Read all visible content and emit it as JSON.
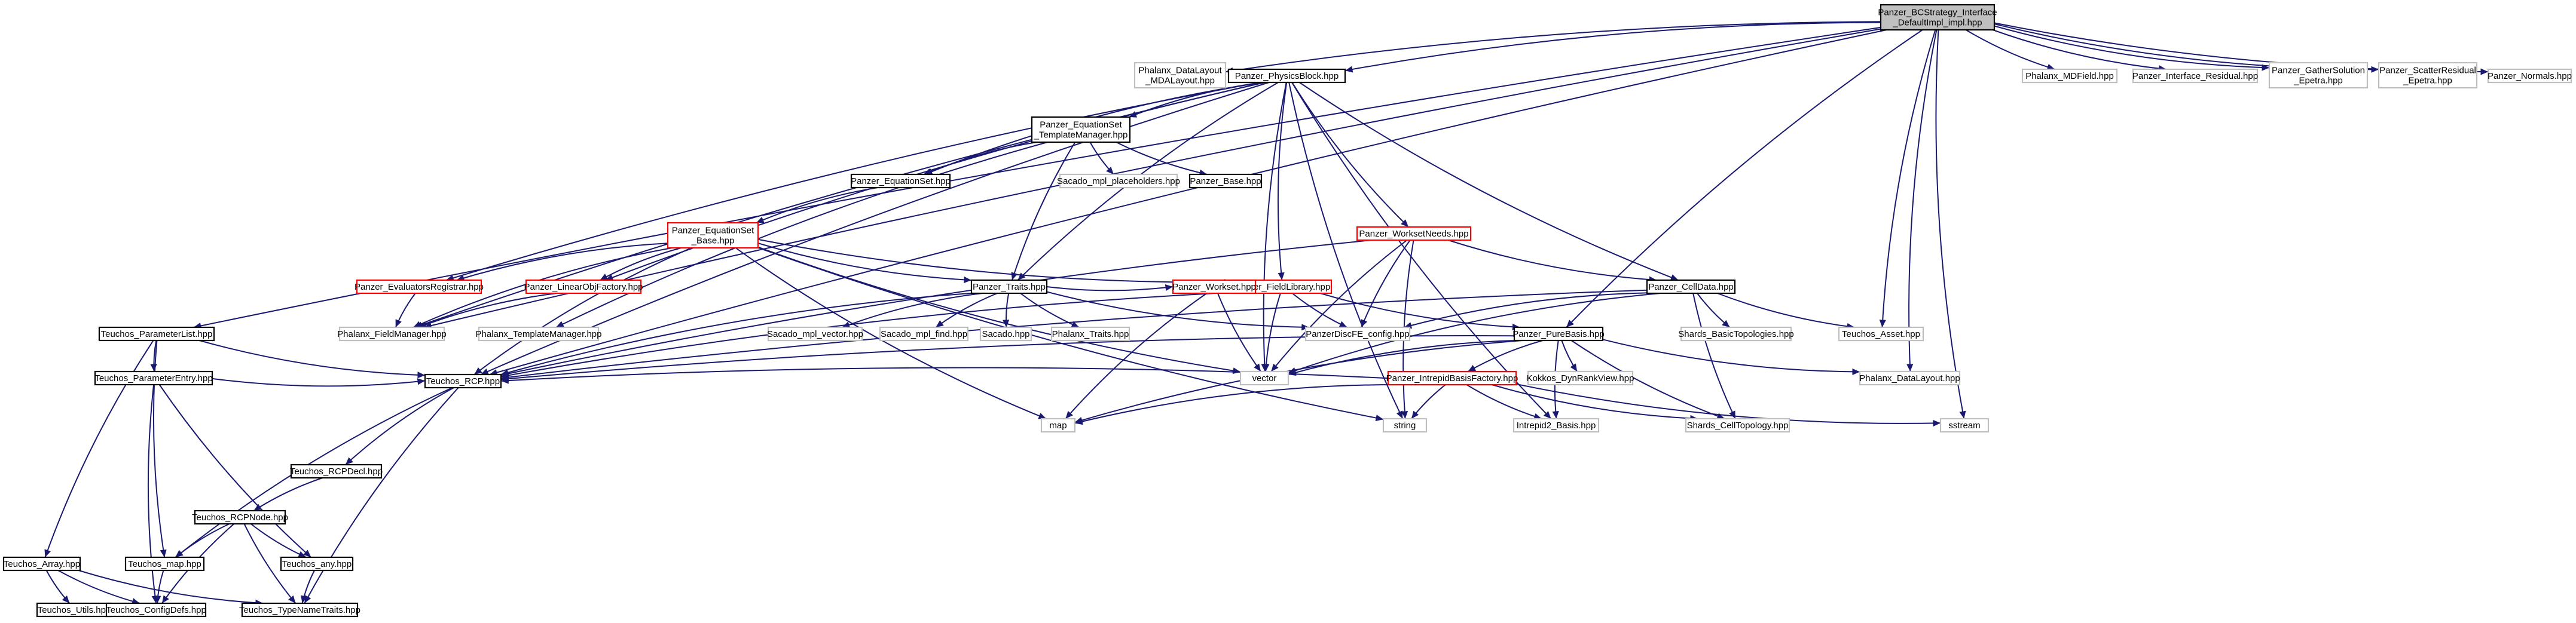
{
  "diagram": {
    "colors": {
      "edge": "#191970",
      "node_default_border": "#000000",
      "node_root_fill": "#bfbfbf",
      "node_missing_border": "#bfbfbf",
      "node_red_border": "#ff0000",
      "node_fill": "#ffffff"
    },
    "nodes": [
      {
        "id": "root",
        "lines": [
          "Panzer_BCStrategy_Interface",
          "_DefaultImpl_impl.hpp"
        ],
        "style": "root"
      },
      {
        "id": "dlmda",
        "lines": [
          "Phalanx_DataLayout",
          "_MDALayout.hpp"
        ],
        "style": "missing"
      },
      {
        "id": "physblock",
        "lines": [
          "Panzer_PhysicsBlock.hpp"
        ],
        "style": "normal"
      },
      {
        "id": "mdfield",
        "lines": [
          "Phalanx_MDField.hpp"
        ],
        "style": "missing"
      },
      {
        "id": "ifres",
        "lines": [
          "Panzer_Interface_Residual.hpp"
        ],
        "style": "missing"
      },
      {
        "id": "gather",
        "lines": [
          "Panzer_GatherSolution",
          "_Epetra.hpp"
        ],
        "style": "missing"
      },
      {
        "id": "scatter",
        "lines": [
          "Panzer_ScatterResidual",
          "_Epetra.hpp"
        ],
        "style": "missing"
      },
      {
        "id": "normals",
        "lines": [
          "Panzer_Normals.hpp"
        ],
        "style": "missing"
      },
      {
        "id": "eqstm",
        "lines": [
          "Panzer_EquationSet",
          "_TemplateManager.hpp"
        ],
        "style": "normal"
      },
      {
        "id": "eqset",
        "lines": [
          "Panzer_EquationSet.hpp"
        ],
        "style": "normal"
      },
      {
        "id": "sacph",
        "lines": [
          "Sacado_mpl_placeholders.hpp"
        ],
        "style": "missing"
      },
      {
        "id": "base",
        "lines": [
          "Panzer_Base.hpp"
        ],
        "style": "normal"
      },
      {
        "id": "wsneeds",
        "lines": [
          "Panzer_WorksetNeeds.hpp"
        ],
        "style": "red"
      },
      {
        "id": "eqbase",
        "lines": [
          "Panzer_EquationSet",
          "_Base.hpp"
        ],
        "style": "red"
      },
      {
        "id": "evalreg",
        "lines": [
          "Panzer_EvaluatorsRegistrar.hpp"
        ],
        "style": "red"
      },
      {
        "id": "lof",
        "lines": [
          "Panzer_LinearObjFactory.hpp"
        ],
        "style": "red"
      },
      {
        "id": "traits",
        "lines": [
          "Panzer_Traits.hpp"
        ],
        "style": "normal"
      },
      {
        "id": "fieldlib",
        "lines": [
          "Panzer_FieldLibrary.hpp"
        ],
        "style": "red"
      },
      {
        "id": "celldata",
        "lines": [
          "Panzer_CellData.hpp"
        ],
        "style": "normal"
      },
      {
        "id": "plist",
        "lines": [
          "Teuchos_ParameterList.hpp"
        ],
        "style": "normal"
      },
      {
        "id": "fmgr",
        "lines": [
          "Phalanx_FieldManager.hpp"
        ],
        "style": "missing"
      },
      {
        "id": "tmgr",
        "lines": [
          "Phalanx_TemplateManager.hpp"
        ],
        "style": "missing"
      },
      {
        "id": "sacvec",
        "lines": [
          "Sacado_mpl_vector.hpp"
        ],
        "style": "missing"
      },
      {
        "id": "sacfind",
        "lines": [
          "Sacado_mpl_find.hpp"
        ],
        "style": "missing"
      },
      {
        "id": "sacado",
        "lines": [
          "Sacado.hpp"
        ],
        "style": "missing"
      },
      {
        "id": "phtraits",
        "lines": [
          "Phalanx_Traits.hpp"
        ],
        "style": "missing"
      },
      {
        "id": "workset",
        "lines": [
          "Panzer_Workset.hpp"
        ],
        "style": "red"
      },
      {
        "id": "fecfg",
        "lines": [
          "PanzerDiscFE_config.hpp"
        ],
        "style": "missing"
      },
      {
        "id": "purebasis",
        "lines": [
          "Panzer_PureBasis.hpp"
        ],
        "style": "normal"
      },
      {
        "id": "shbasic",
        "lines": [
          "Shards_BasicTopologies.hpp"
        ],
        "style": "missing"
      },
      {
        "id": "asset",
        "lines": [
          "Teuchos_Asset.hpp"
        ],
        "style": "missing"
      },
      {
        "id": "pentry",
        "lines": [
          "Teuchos_ParameterEntry.hpp"
        ],
        "style": "normal"
      },
      {
        "id": "vector",
        "lines": [
          "vector"
        ],
        "style": "missing"
      },
      {
        "id": "kokkos",
        "lines": [
          "Kokkos_DynRankView.hpp"
        ],
        "style": "missing"
      },
      {
        "id": "phdl",
        "lines": [
          "Phalanx_DataLayout.hpp"
        ],
        "style": "missing"
      },
      {
        "id": "ibf",
        "lines": [
          "Panzer_IntrepidBasisFactory.hpp"
        ],
        "style": "red"
      },
      {
        "id": "rcp",
        "lines": [
          "Teuchos_RCP.hpp"
        ],
        "style": "normal"
      },
      {
        "id": "map",
        "lines": [
          "map"
        ],
        "style": "missing"
      },
      {
        "id": "string",
        "lines": [
          "string"
        ],
        "style": "missing"
      },
      {
        "id": "intrepid",
        "lines": [
          "Intrepid2_Basis.hpp"
        ],
        "style": "missing"
      },
      {
        "id": "shcell",
        "lines": [
          "Shards_CellTopology.hpp"
        ],
        "style": "missing"
      },
      {
        "id": "sstream",
        "lines": [
          "sstream"
        ],
        "style": "missing"
      },
      {
        "id": "rcpdecl",
        "lines": [
          "Teuchos_RCPDecl.hpp"
        ],
        "style": "normal"
      },
      {
        "id": "rcpnode",
        "lines": [
          "Teuchos_RCPNode.hpp"
        ],
        "style": "normal"
      },
      {
        "id": "tarray",
        "lines": [
          "Teuchos_Array.hpp"
        ],
        "style": "normal"
      },
      {
        "id": "tmap",
        "lines": [
          "Teuchos_map.hpp"
        ],
        "style": "normal"
      },
      {
        "id": "tany",
        "lines": [
          "Teuchos_any.hpp"
        ],
        "style": "normal"
      },
      {
        "id": "utils",
        "lines": [
          "Teuchos_Utils.hpp"
        ],
        "style": "normal"
      },
      {
        "id": "cfgdefs",
        "lines": [
          "Teuchos_ConfigDefs.hpp"
        ],
        "style": "normal"
      },
      {
        "id": "tnt",
        "lines": [
          "Teuchos_TypeNameTraits.hpp"
        ],
        "style": "normal"
      }
    ],
    "edges": [
      [
        "root",
        "dlmda"
      ],
      [
        "root",
        "physblock"
      ],
      [
        "root",
        "mdfield"
      ],
      [
        "root",
        "ifres"
      ],
      [
        "root",
        "gather"
      ],
      [
        "root",
        "scatter"
      ],
      [
        "root",
        "normals"
      ],
      [
        "root",
        "plist"
      ],
      [
        "root",
        "rcp"
      ],
      [
        "root",
        "fmgr"
      ],
      [
        "root",
        "purebasis"
      ],
      [
        "root",
        "asset"
      ],
      [
        "root",
        "phdl"
      ],
      [
        "root",
        "sstream"
      ],
      [
        "physblock",
        "eqstm"
      ],
      [
        "physblock",
        "eqset"
      ],
      [
        "physblock",
        "wsneeds"
      ],
      [
        "physblock",
        "celldata"
      ],
      [
        "physblock",
        "fieldlib"
      ],
      [
        "physblock",
        "traits"
      ],
      [
        "physblock",
        "evalreg"
      ],
      [
        "physblock",
        "lof"
      ],
      [
        "physblock",
        "fmgr"
      ],
      [
        "physblock",
        "rcp"
      ],
      [
        "physblock",
        "vector"
      ],
      [
        "physblock",
        "string"
      ],
      [
        "physblock",
        "intrepid"
      ],
      [
        "eqstm",
        "eqset"
      ],
      [
        "eqstm",
        "sacph"
      ],
      [
        "eqstm",
        "base"
      ],
      [
        "eqstm",
        "traits"
      ],
      [
        "eqstm",
        "tmgr"
      ],
      [
        "eqset",
        "eqbase"
      ],
      [
        "eqbase",
        "evalreg"
      ],
      [
        "eqbase",
        "lof"
      ],
      [
        "eqbase",
        "traits"
      ],
      [
        "eqbase",
        "fieldlib"
      ],
      [
        "eqbase",
        "fmgr"
      ],
      [
        "eqbase",
        "rcp"
      ],
      [
        "eqbase",
        "vector"
      ],
      [
        "eqbase",
        "map"
      ],
      [
        "eqbase",
        "string"
      ],
      [
        "evalreg",
        "fmgr"
      ],
      [
        "lof",
        "fmgr"
      ],
      [
        "traits",
        "sacvec"
      ],
      [
        "traits",
        "sacfind"
      ],
      [
        "traits",
        "sacado"
      ],
      [
        "traits",
        "phtraits"
      ],
      [
        "traits",
        "workset"
      ],
      [
        "traits",
        "fecfg"
      ],
      [
        "traits",
        "rcp"
      ],
      [
        "fieldlib",
        "fecfg"
      ],
      [
        "fieldlib",
        "purebasis"
      ],
      [
        "fieldlib",
        "vector"
      ],
      [
        "fieldlib",
        "rcp"
      ],
      [
        "workset",
        "vector"
      ],
      [
        "workset",
        "map"
      ],
      [
        "wsneeds",
        "celldata"
      ],
      [
        "wsneeds",
        "fecfg"
      ],
      [
        "wsneeds",
        "vector"
      ],
      [
        "wsneeds",
        "string"
      ],
      [
        "wsneeds",
        "rcp"
      ],
      [
        "celldata",
        "fecfg"
      ],
      [
        "celldata",
        "shbasic"
      ],
      [
        "celldata",
        "asset"
      ],
      [
        "celldata",
        "shcell"
      ],
      [
        "celldata",
        "rcp"
      ],
      [
        "celldata",
        "vector"
      ],
      [
        "purebasis",
        "kokkos"
      ],
      [
        "purebasis",
        "phdl"
      ],
      [
        "purebasis",
        "ibf"
      ],
      [
        "purebasis",
        "rcp"
      ],
      [
        "purebasis",
        "vector"
      ],
      [
        "purebasis",
        "intrepid"
      ],
      [
        "purebasis",
        "shcell"
      ],
      [
        "purebasis",
        "map"
      ],
      [
        "ibf",
        "rcp"
      ],
      [
        "ibf",
        "string"
      ],
      [
        "ibf",
        "intrepid"
      ],
      [
        "ibf",
        "shcell"
      ],
      [
        "ibf",
        "sstream"
      ],
      [
        "ibf",
        "map"
      ],
      [
        "plist",
        "pentry"
      ],
      [
        "plist",
        "rcp"
      ],
      [
        "plist",
        "tarray"
      ],
      [
        "plist",
        "tmap"
      ],
      [
        "pentry",
        "rcp"
      ],
      [
        "pentry",
        "tany"
      ],
      [
        "pentry",
        "cfgdefs"
      ],
      [
        "rcp",
        "rcpdecl"
      ],
      [
        "rcp",
        "tnt"
      ],
      [
        "rcp",
        "tmap"
      ],
      [
        "rcpdecl",
        "rcpnode"
      ],
      [
        "rcpnode",
        "tmap"
      ],
      [
        "rcpnode",
        "tany"
      ],
      [
        "rcpnode",
        "cfgdefs"
      ],
      [
        "rcpnode",
        "tnt"
      ],
      [
        "tarray",
        "utils"
      ],
      [
        "tarray",
        "cfgdefs"
      ],
      [
        "tarray",
        "tnt"
      ],
      [
        "tmap",
        "cfgdefs"
      ],
      [
        "tany",
        "tnt"
      ]
    ]
  }
}
